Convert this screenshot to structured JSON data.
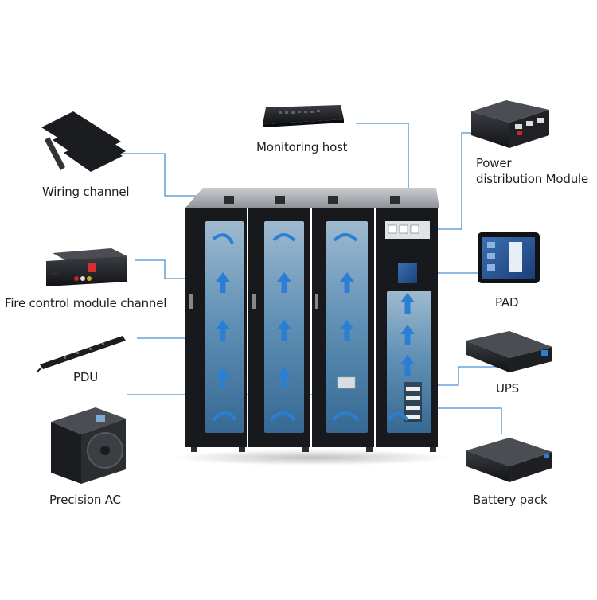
{
  "labels": {
    "monitoring_host": "Monitoring host",
    "power_distribution_line1": "Power",
    "power_distribution_line2": "distribution Module",
    "wiring_channel": "Wiring channel",
    "fire_control": "Fire control module channel",
    "pad": "PAD",
    "pdu": "PDU",
    "ups": "UPS",
    "precision_ac": "Precision AC",
    "battery_pack": "Battery pack"
  },
  "colors": {
    "connector_line": "#4a8fd0",
    "cabinet_body": "#17191c",
    "glass": "#7fb2d8",
    "airflow_arrow": "#2a7fd4"
  },
  "icons": {
    "airflow": "arrow-up-icon",
    "return_air": "curved-arrow-icon"
  }
}
